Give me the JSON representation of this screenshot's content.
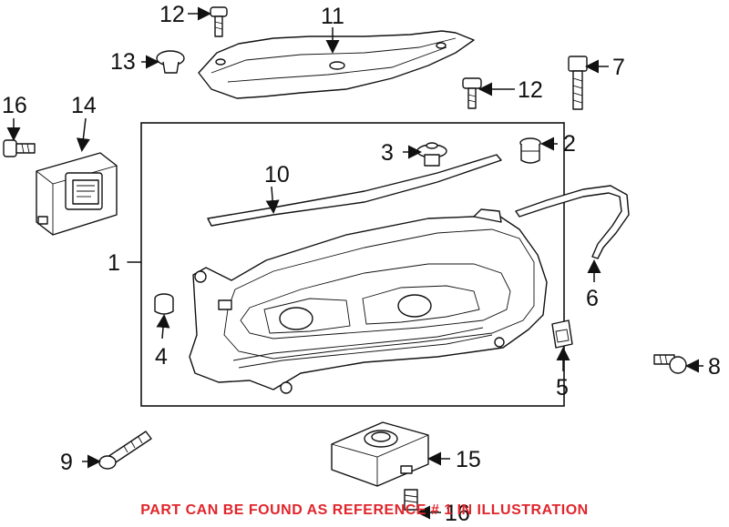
{
  "callouts": {
    "c1": "1",
    "c2": "2",
    "c3": "3",
    "c4": "4",
    "c5": "5",
    "c6": "6",
    "c7": "7",
    "c8": "8",
    "c9": "9",
    "c10": "10",
    "c11": "11",
    "c12a": "12",
    "c12b": "12",
    "c13": "13",
    "c14": "14",
    "c15": "15",
    "c16a": "16",
    "c16b": "16"
  },
  "caption": "PART CAN BE FOUND AS REFERENCE # 1 IN ILLUSTRATION",
  "colors": {
    "caption": "#e0252b",
    "line": "#111111"
  }
}
